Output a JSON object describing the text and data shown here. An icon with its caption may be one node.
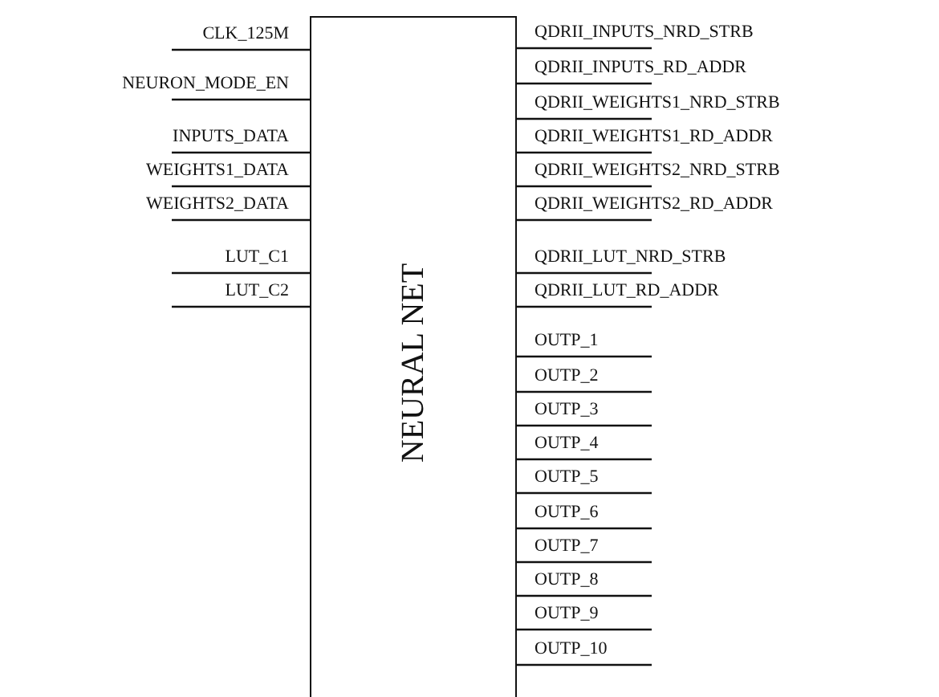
{
  "diagram": {
    "nodes": [
      {
        "text": [
          "NEURAL NET"
        ]
      }
    ],
    "labels": [
      "CLK_125M",
      "NEURON_MODE_EN",
      "INPUTS_DATA",
      "WEIGHTS1_DATA",
      "WEIGHTS2_DATA",
      "LUT_C1",
      "LUT_C2",
      "QDRII_INPUTS_NRD_STRB",
      "QDRII_INPUTS_RD_ADDR",
      "QDRII_WEIGHTS1_NRD_STRB",
      "QDRII_WEIGHTS1_RD_ADDR",
      "QDRII_WEIGHTS2_NRD_STRB",
      "QDRII_WEIGHTS2_RD_ADDR",
      "QDRII_LUT_NRD_STRB",
      "QDRII_LUT_RD_ADDR",
      "OUTP_1",
      "OUTP_2",
      "OUTP_3",
      "OUTP_4",
      "OUTP_5",
      "OUTP_6",
      "OUTP_7",
      "OUTP_8",
      "OUTP_9",
      "OUTP_10"
    ]
  }
}
